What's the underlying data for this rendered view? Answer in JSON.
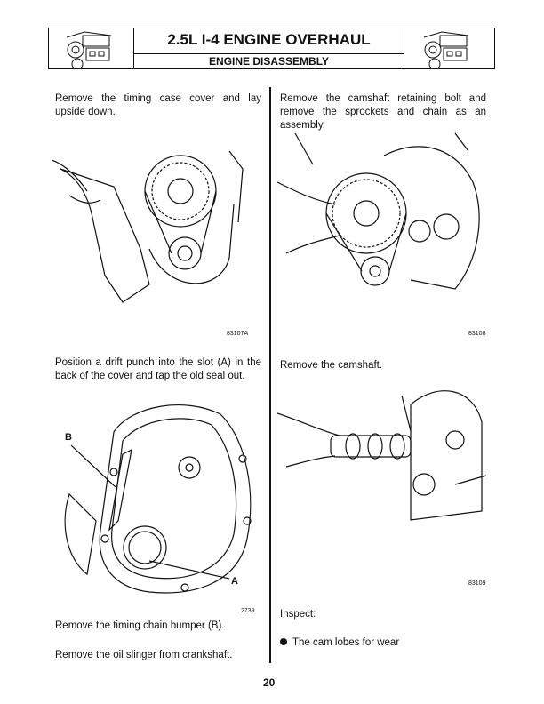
{
  "header": {
    "title": "2.5L I-4 ENGINE OVERHAUL",
    "subtitle": "ENGINE DISASSEMBLY"
  },
  "left": {
    "step1": "Remove the timing case cover and lay upside down.",
    "fig1_caption": "83107A",
    "step2": "Position a drift punch into the slot (A) in the back of the cover and tap the old seal out.",
    "fig2_label_b": "B",
    "fig2_label_a": "A",
    "fig2_caption": "2739",
    "step3": "Remove the timing chain bumper (B).",
    "step4": "Remove the oil slinger from crankshaft."
  },
  "right": {
    "step1": "Remove the camshaft retaining bolt and remove the sprockets and chain as an assembly.",
    "fig1_caption": "83108",
    "step2": "Remove the camshaft.",
    "fig2_caption": "83109",
    "inspect": "Inspect:",
    "bullets": [
      "The cam lobes for wear"
    ]
  },
  "page_number": "20"
}
